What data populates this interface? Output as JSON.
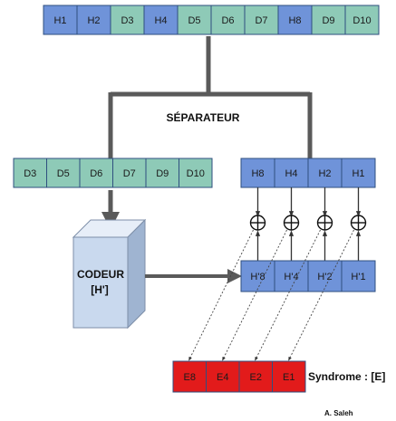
{
  "colors": {
    "hbit": "#6f93d9",
    "dbit": "#8ecab7",
    "error": "#e21b1b",
    "line": "#5a5a5a",
    "cube_front": "#c9d9ee",
    "cube_top": "#e7eef8",
    "cube_side": "#9fb4d1"
  },
  "top_word": [
    "H1",
    "H2",
    "D3",
    "H4",
    "D5",
    "D6",
    "D7",
    "H8",
    "D9",
    "D10"
  ],
  "separator_label": "SÉPARATEUR",
  "data_bits": [
    "D3",
    "D5",
    "D6",
    "D7",
    "D9",
    "D10"
  ],
  "parity_received": [
    "H8",
    "H4",
    "H2",
    "H1"
  ],
  "encoder": {
    "line1": "CODEUR",
    "line2": "[H']"
  },
  "parity_computed": [
    "H'8",
    "H'4",
    "H'2",
    "H'1"
  ],
  "syndrome_bits": [
    "E8",
    "E4",
    "E2",
    "E1"
  ],
  "syndrome_label": "Syndrome : [E]",
  "signature": "A. Saleh"
}
